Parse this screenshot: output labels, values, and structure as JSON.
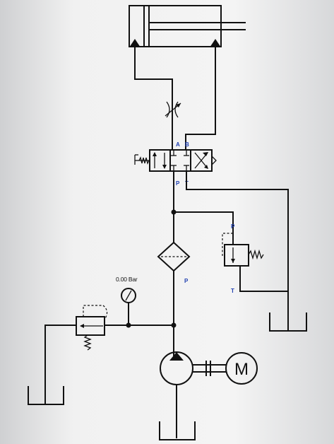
{
  "ports": {
    "valve_a": "A",
    "valve_b": "B",
    "valve_p": "P",
    "valve_t": "T",
    "relief_p": "P",
    "relief_t": "T",
    "line_p": "P"
  },
  "gauge": {
    "reading": "0.00 Bar"
  },
  "motor": {
    "symbol": "M"
  },
  "colors": {
    "port_label": "#1f3fb0",
    "line": "#111111",
    "background": "#f4f4f4"
  }
}
